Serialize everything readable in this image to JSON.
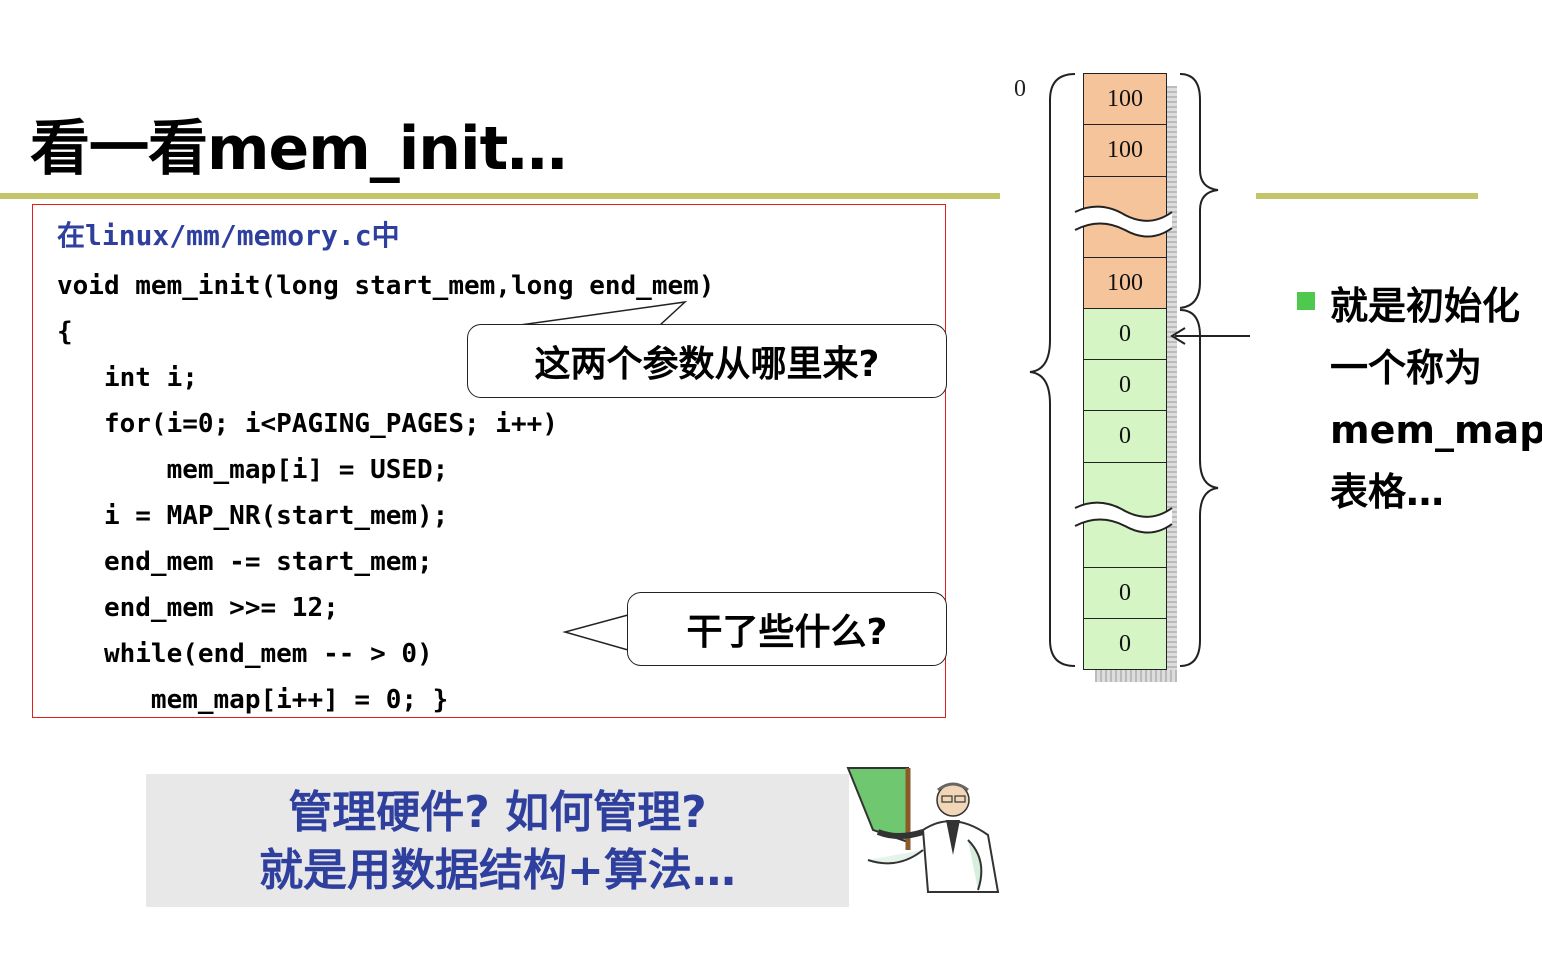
{
  "title": "看一看mem_init…",
  "code": {
    "header": "在linux/mm/memory.c中",
    "lines": [
      "void mem_init(long start_mem,long end_mem)",
      "{",
      "   int i;",
      "   for(i=0; i<PAGING_PAGES; i++)",
      "       mem_map[i] = USED;",
      "   i = MAP_NR(start_mem);",
      "   end_mem -= start_mem;",
      "   end_mem >>= 12;",
      "   while(end_mem -- > 0)",
      "      mem_map[i++] = 0; }"
    ]
  },
  "callouts": {
    "params": "这两个参数从哪里来?",
    "what": "干了些什么?"
  },
  "summary": {
    "line1": "管理硬件?  如何管理?",
    "line2": "就是用数据结构+算法…"
  },
  "side_note": {
    "line1": "就是初始化",
    "line2": "一个称为",
    "line3": "mem_map",
    "line4": "表格…"
  },
  "memory_map": {
    "start_label": "0",
    "used_value": "100",
    "free_value": "0",
    "cells": [
      {
        "value": "100",
        "kind": "used"
      },
      {
        "value": "100",
        "kind": "used"
      },
      {
        "value": "",
        "kind": "used"
      },
      {
        "value": "100",
        "kind": "used"
      },
      {
        "value": "0",
        "kind": "free"
      },
      {
        "value": "0",
        "kind": "free"
      },
      {
        "value": "0",
        "kind": "free"
      },
      {
        "value": "",
        "kind": "free"
      },
      {
        "value": "0",
        "kind": "free"
      },
      {
        "value": "0",
        "kind": "free"
      }
    ]
  },
  "colors": {
    "rule": "#c4c46a",
    "code_border": "#e0201c",
    "code_header": "#2e3f9e",
    "summary_text": "#2e3f9e",
    "used_cell": "#f5c49a",
    "free_cell": "#d5f5c5",
    "bullet": "#4ec94e"
  },
  "icons": {
    "bullet": "square-bullet-icon",
    "presenter": "presenter-clipart-icon"
  }
}
